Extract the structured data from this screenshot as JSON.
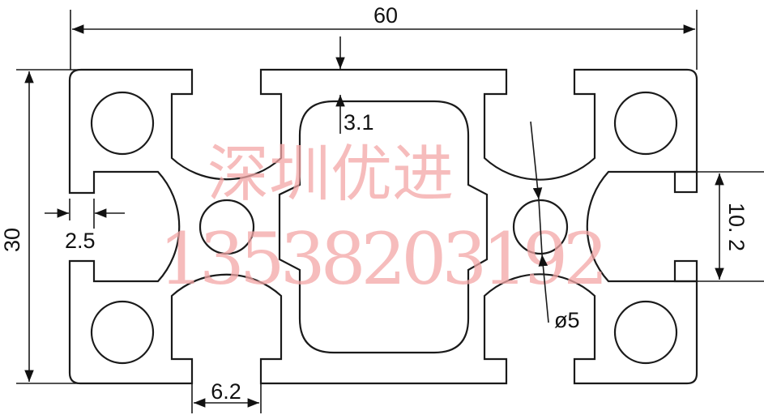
{
  "drawing": {
    "dimensions": {
      "overall_width": "60",
      "overall_height": "30",
      "slot_width": "10. 2",
      "wall_thickness": "2.5",
      "slot_opening": "6.2",
      "lip_thickness": "3.1",
      "hole_diameter": "ø5"
    },
    "watermark": {
      "company": "深圳优进",
      "phone": "13538203192",
      "color": "#f4a6a6"
    },
    "line_color": "#1a1a1a"
  }
}
